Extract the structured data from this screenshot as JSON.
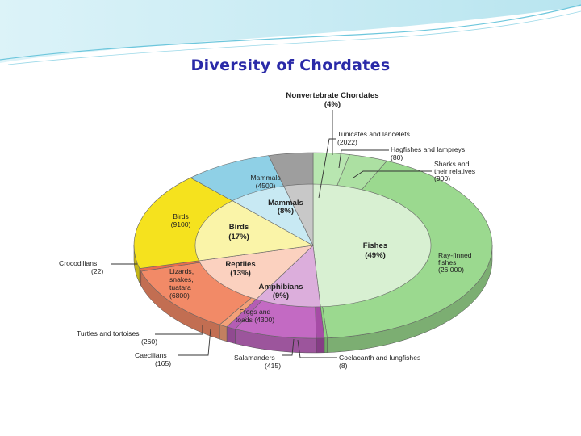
{
  "slide": {
    "title": "Diversity of Chordates"
  },
  "colors": {
    "title": "#2a2aa8",
    "header_wave": "#7ecfe2",
    "fishes": "#9bd98f",
    "birds": "#f5e21e",
    "reptiles": "#f28a67",
    "amphibians": "#c36ac3",
    "mammals": "#8fd0e6",
    "nonvertebrate": "#9e9e9e"
  },
  "chart_data": {
    "type": "pie",
    "inner_ring": [
      {
        "group": "Fishes",
        "percent": "(49%)",
        "value": 49,
        "color": "#d8f0d2"
      },
      {
        "group": "Amphibians",
        "percent": "(9%)",
        "value": 9,
        "color": "#dcaedc"
      },
      {
        "group": "Reptiles",
        "percent": "(13%)",
        "value": 13,
        "color": "#fbd1bf"
      },
      {
        "group": "Birds",
        "percent": "(17%)",
        "value": 17,
        "color": "#faf4a8"
      },
      {
        "group": "Mammals",
        "percent": "(8%)",
        "value": 8,
        "color": "#c8e9f3"
      },
      {
        "group": "Nonvertebrate Chordates",
        "percent": "(4%)",
        "value": 4,
        "color": "#c8c8c8"
      }
    ],
    "outer_ring": [
      {
        "name": "Ray-finned fishes",
        "count": "(26,000)",
        "value": 26000,
        "color": "#9bd98f"
      },
      {
        "name": "Coelacanth and lungfishes",
        "count": "(8)",
        "value": 8,
        "color": "#8fd383"
      },
      {
        "name": "Salamanders",
        "count": "(415)",
        "value": 415,
        "color": "#a64ca6"
      },
      {
        "name": "Frogs and toads",
        "count": "(4300)",
        "value": 4300,
        "color": "#c36ac3"
      },
      {
        "name": "Caecilians",
        "count": "(165)",
        "value": 165,
        "color": "#b45db4"
      },
      {
        "name": "Turtles and tortoises",
        "count": "(260)",
        "value": 260,
        "color": "#f3a078"
      },
      {
        "name": "Lizards, snakes, tuatara",
        "count": "(6800)",
        "value": 6800,
        "color": "#f28a67"
      },
      {
        "name": "Crocodilians",
        "count": "(22)",
        "value": 22,
        "color": "#ea6e4c"
      },
      {
        "name": "Birds",
        "count": "(9100)",
        "value": 9100,
        "color": "#f5e21e"
      },
      {
        "name": "Mammals",
        "count": "(4500)",
        "value": 4500,
        "color": "#8fd0e6"
      },
      {
        "name": "Tunicates and lancelets",
        "count": "(2022)",
        "value": 2022,
        "color": "#9e9e9e"
      },
      {
        "name": "Hagfishes and lampreys",
        "count": "(80)",
        "value": 80,
        "color": "#b8e6b0"
      },
      {
        "name": "Sharks and their relatives",
        "count": "(900)",
        "value": 900,
        "color": "#ace0a2"
      }
    ],
    "labels": {
      "nonvert_title": "Nonvertebrate Chordates",
      "nonvert_pct": "(4%)",
      "tunicates": "Tunicates and lancelets",
      "tunicates_n": "(2022)",
      "hagfishes": "Hagfishes and lampreys",
      "hagfishes_n": "(80)",
      "sharks_1": "Sharks and",
      "sharks_2": "their relatives",
      "sharks_n": "(900)",
      "mammals_outer": "Mammals",
      "mammals_outer_n": "(4500)",
      "mammals_inner": "Mammals",
      "mammals_inner_pct": "(8%)",
      "birds_outer": "Birds",
      "birds_outer_n": "(9100)",
      "birds_inner": "Birds",
      "birds_inner_pct": "(17%)",
      "fishes_inner": "Fishes",
      "fishes_inner_pct": "(49%)",
      "rayfinned_1": "Ray-finned",
      "rayfinned_2": "fishes",
      "rayfinned_n": "(26,000)",
      "crocs": "Crocodilians",
      "crocs_n": "(22)",
      "lizards_1": "Lizards,",
      "lizards_2": "snakes,",
      "lizards_3": "tuatara",
      "lizards_n": "(6800)",
      "reptiles_inner": "Reptiles",
      "reptiles_inner_pct": "(13%)",
      "amph_inner": "Amphibians",
      "amph_inner_pct": "(9%)",
      "frogs_1": "Frogs and",
      "frogs_2": "toads (4300)",
      "turtles": "Turtles and tortoises",
      "turtles_n": "(260)",
      "caecilians": "Caecilians",
      "caecilians_n": "(165)",
      "salamanders": "Salamanders",
      "salamanders_n": "(415)",
      "coelacanth": "Coelacanth and lungfishes",
      "coelacanth_n": "(8)"
    }
  }
}
